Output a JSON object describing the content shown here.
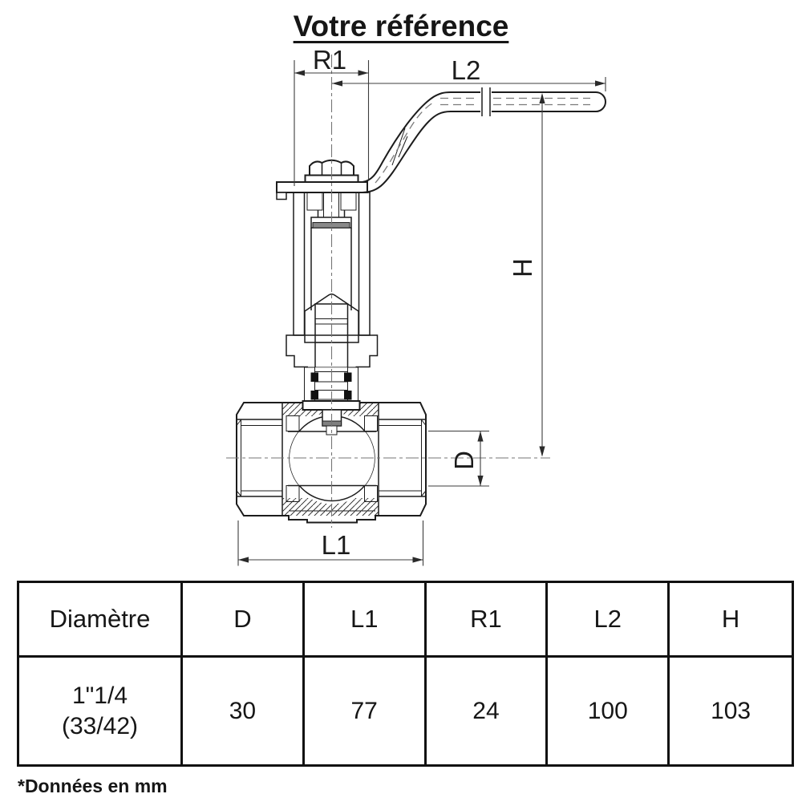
{
  "title": "Votre référence",
  "diagram": {
    "description": "cross-section of extended-stem ball valve with lever handle",
    "labels": {
      "r1": "R1",
      "l2": "L2",
      "h": "H",
      "d": "D",
      "l1": "L1"
    }
  },
  "table": {
    "headers": [
      "Diamètre",
      "D",
      "L1",
      "R1",
      "L2",
      "H"
    ],
    "row": {
      "diameter_line1": "1\"1/4",
      "diameter_line2": "(33/42)",
      "d": "30",
      "l1": "77",
      "r1": "24",
      "l2": "100",
      "h": "103"
    }
  },
  "footnote": "*Données en mm",
  "colors": {
    "line": "#1c1c1c",
    "centerline": "#767676",
    "background": "#ffffff"
  }
}
